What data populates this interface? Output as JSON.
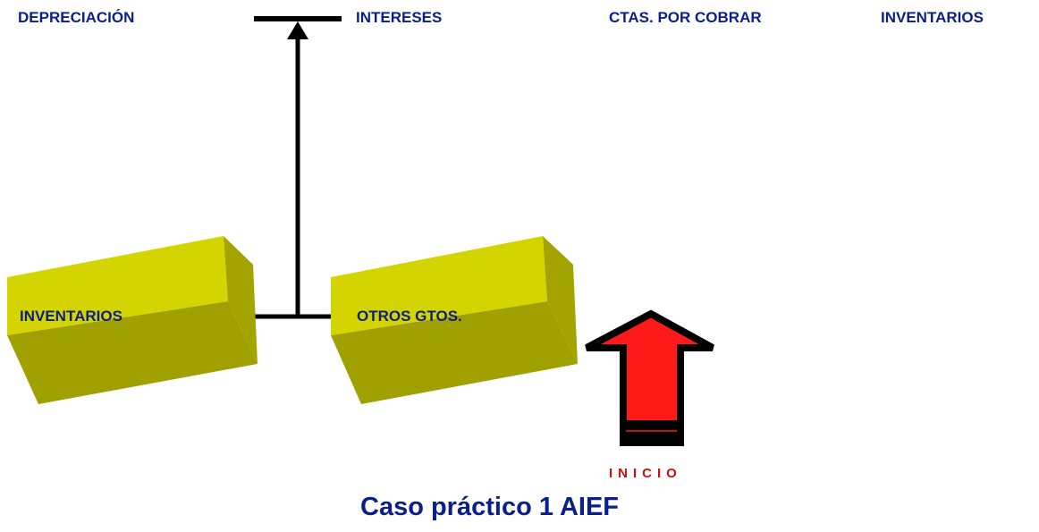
{
  "top_labels": {
    "depreciacion": "DEPRECIACIÓN",
    "intereses": "INTERESES",
    "ctas_por_cobrar": "CTAS. POR COBRAR",
    "inventarios": "INVENTARIOS"
  },
  "boxes": {
    "inventarios": "INVENTARIOS",
    "otros_gtos": "OTROS GTOS."
  },
  "start_label": "INICIO",
  "caption": "Caso práctico 1 AIEF",
  "colors": {
    "label_text": "#0a1e8c",
    "caption_text": "#0a1e8c",
    "start_text": "#cc1010",
    "box_front": "#d4d400",
    "box_top": "#e6e640",
    "box_side": "#a4a400",
    "box_bottom": "#a0a000",
    "connector": "#000000",
    "arrow_fill": "#ff1a1a",
    "arrow_stroke": "#000000"
  }
}
